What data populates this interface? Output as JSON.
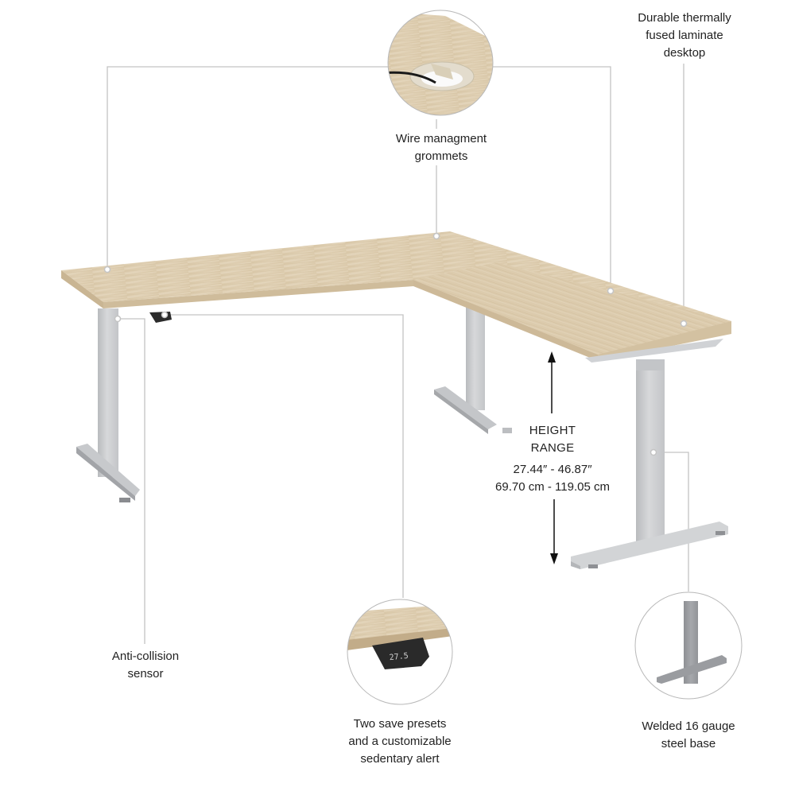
{
  "product": {
    "type": "L-shaped height adjustable standing desk",
    "colors": {
      "laminate": "#d9c7a8",
      "laminate_edge": "#c8b391",
      "frame": "#c9cacc",
      "frame_dark": "#a9abae",
      "callout_line": "#c4c4c4",
      "text": "#222222",
      "keypad": "#2b2b2b"
    }
  },
  "callouts": {
    "laminate": {
      "lines": [
        "Durable thermally",
        "fused laminate",
        "desktop"
      ]
    },
    "grommets": {
      "lines": [
        "Wire managment",
        "grommets"
      ]
    },
    "height_range": {
      "title_lines": [
        "HEIGHT",
        "RANGE"
      ],
      "imperial": "27.44″ - 46.87″",
      "metric": "69.70 cm - 119.05 cm"
    },
    "anti_collision": {
      "lines": [
        "Anti-collision",
        "sensor"
      ]
    },
    "presets": {
      "lines": [
        "Two save presets",
        "and a customizable",
        "sedentary alert"
      ],
      "keypad_display": "27.5"
    },
    "steel_base": {
      "lines": [
        "Welded 16 gauge",
        "steel base"
      ]
    }
  }
}
